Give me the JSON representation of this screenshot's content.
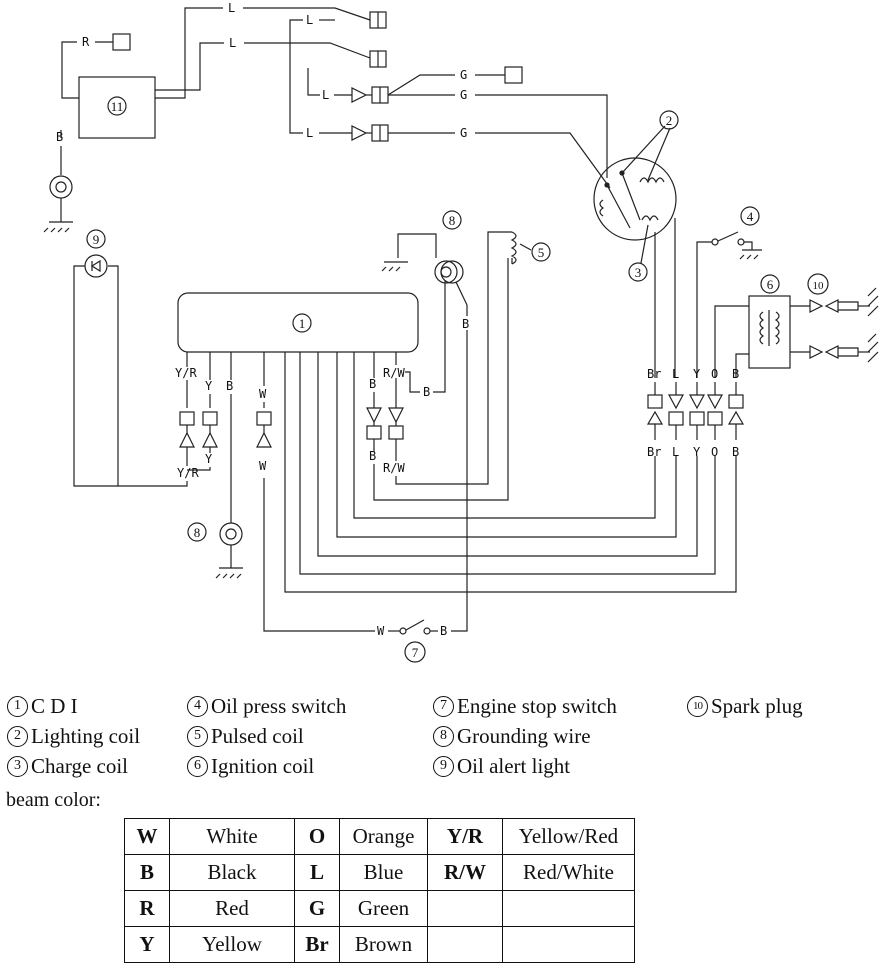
{
  "diagram": {
    "numbers": [
      "1",
      "2",
      "3",
      "4",
      "5",
      "6",
      "7",
      "8",
      "9",
      "10",
      "11"
    ],
    "wire_labels": {
      "R": "R",
      "L": "L",
      "G": "G",
      "B": "B",
      "W": "W",
      "Y": "Y",
      "O": "O",
      "Br": "Br",
      "YR": "Y/R",
      "RW": "R/W"
    }
  },
  "legend": {
    "col1": [
      {
        "num": "1",
        "label": "C D I"
      },
      {
        "num": "2",
        "label": "Lighting coil"
      },
      {
        "num": "3",
        "label": "Charge coil"
      }
    ],
    "col2": [
      {
        "num": "4",
        "label": "Oil press switch"
      },
      {
        "num": "5",
        "label": "Pulsed coil"
      },
      {
        "num": "6",
        "label": "Ignition coil"
      }
    ],
    "col3": [
      {
        "num": "7",
        "label": "Engine stop switch"
      },
      {
        "num": "8",
        "label": "Grounding wire"
      },
      {
        "num": "9",
        "label": "Oil alert light"
      }
    ],
    "col4": [
      {
        "num": "10",
        "label": "Spark plug"
      }
    ]
  },
  "beam_color_label": "beam color:",
  "color_table": [
    [
      "W",
      "White",
      "O",
      "Orange",
      "Y/R",
      "Yellow/Red"
    ],
    [
      "B",
      "Black",
      "L",
      "Blue",
      "R/W",
      "Red/White"
    ],
    [
      "R",
      "Red",
      "G",
      "Green",
      "",
      ""
    ],
    [
      "Y",
      "Yellow",
      "Br",
      "Brown",
      "",
      ""
    ]
  ]
}
